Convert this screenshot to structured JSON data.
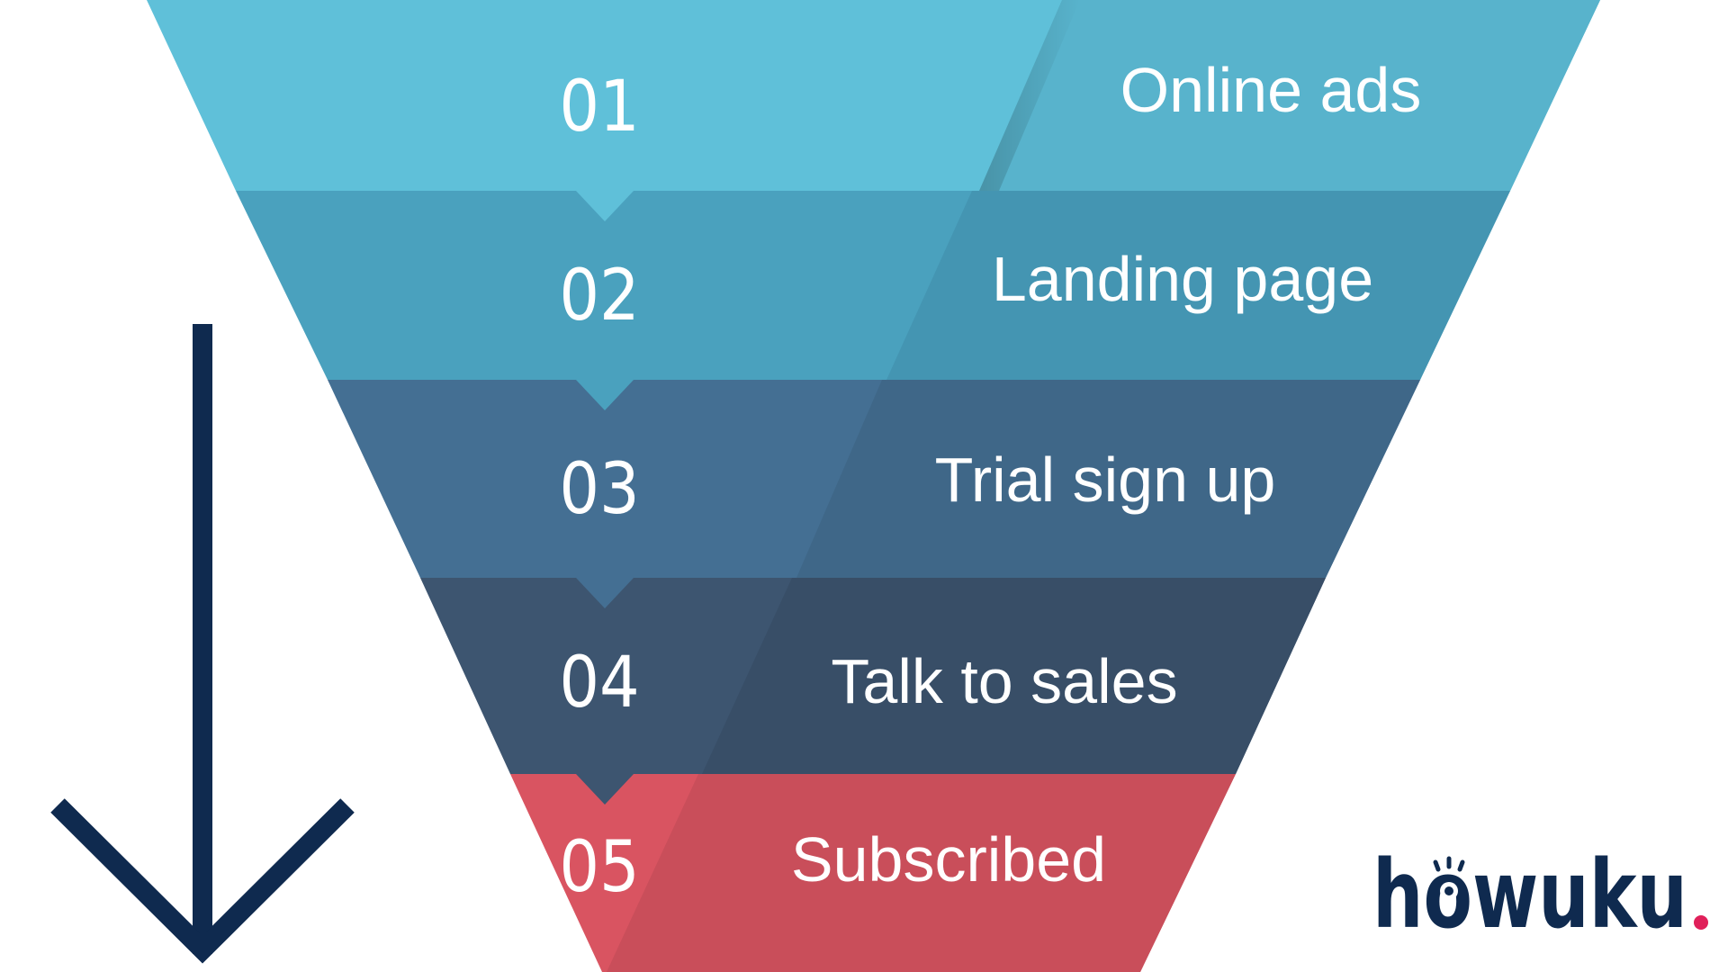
{
  "stages": [
    {
      "number": "01",
      "label": "Online ads",
      "color": "#5fc0d9",
      "shade": "#58b3cc"
    },
    {
      "number": "02",
      "label": "Landing page",
      "color": "#4aa1be",
      "shade": "#4495b2"
    },
    {
      "number": "03",
      "label": "Trial sign up",
      "color": "#446f93",
      "shade": "#3f6788"
    },
    {
      "number": "04",
      "label": "Talk to sales",
      "color": "#3d5570",
      "shade": "#384e67"
    },
    {
      "number": "05",
      "label": "Subscribed",
      "color": "#d95461",
      "shade": "#c94e5a"
    }
  ],
  "arrow": {
    "color": "#0f2a4f",
    "icon": "arrow-down-icon"
  },
  "logo": {
    "text": "howuku",
    "dot_color": "#e0205a",
    "text_color": "#0f2a4f"
  }
}
